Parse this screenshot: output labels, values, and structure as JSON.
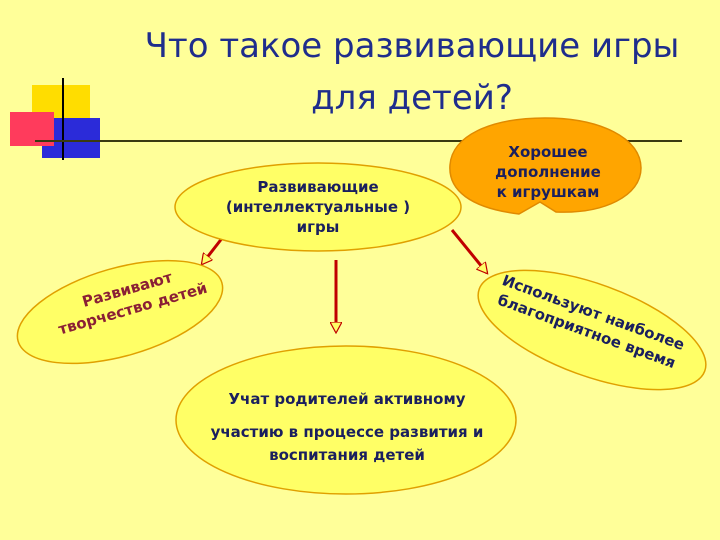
{
  "title": {
    "line1": "Что  такое развивающие игры",
    "line2": "для детей?"
  },
  "colors": {
    "background": "#ffff99",
    "ellipse_fill": "#ffff66",
    "ellipse_stroke": "#e0a000",
    "callout_fill": "#ffa500",
    "arrow": "#c00000",
    "title_text": "#1f2d8c"
  },
  "nodes": {
    "center": {
      "line1": "Развивающие",
      "line2": "(интеллектуальные )",
      "line3": "игры"
    },
    "good_addition": {
      "line1": "Хорошее",
      "line2": "дополнение",
      "line3": "к игрушкам"
    },
    "left": {
      "line1": "Развивают",
      "line2": "творчество детей"
    },
    "right": {
      "line1": "Используют наиболее",
      "line2": "благоприятное время"
    },
    "bottom": {
      "line1": "Учат родителей активному",
      "line2": "участию в процессе развития и",
      "line3": "воспитания детей"
    }
  }
}
